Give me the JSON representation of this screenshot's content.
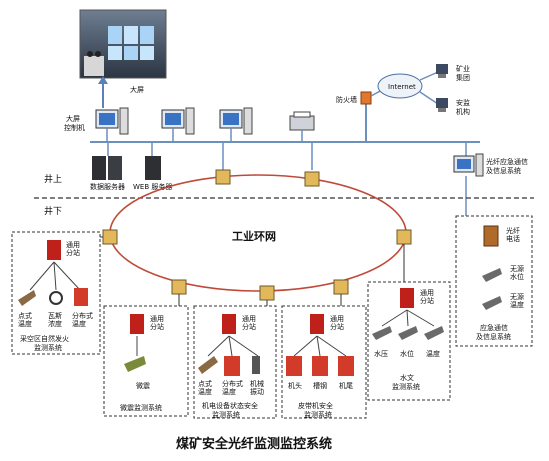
{
  "caption": "煤矿安全光纤监测监控系统",
  "zones": {
    "above": "井上",
    "below": "井下"
  },
  "ring_label": "工业环网",
  "surface": {
    "big_screen": "大屏",
    "big_screen_pc": "大屏\n控制机",
    "data_server": "数据服务器",
    "web_server": "WEB 服务器",
    "firewall": "防火墙",
    "internet": "Internet",
    "mine_group": "矿业\n集团",
    "safety_agency": "安监\n机构",
    "emergency_system": "光纤应急通信\n及信息系统"
  },
  "substation_label": "通用\n分站",
  "subsystems": {
    "goaf": {
      "sensors": [
        "点式\n温度",
        "瓦斯\n浓度",
        "分布式\n温度"
      ],
      "title": "采空区自然发火\n监测系统"
    },
    "microseismic": {
      "sensors": [
        "微震"
      ],
      "title": "微震监测系统"
    },
    "electromech": {
      "sensors": [
        "点式\n温度",
        "分布式\n温度",
        "机械\n振动"
      ],
      "title": "机电设备状态安全\n监测系统"
    },
    "belt": {
      "sensors": [
        "机头",
        "槽钢",
        "机尾"
      ],
      "title": "皮带机安全\n监测系统"
    },
    "hydro": {
      "sensors": [
        "水压",
        "水位",
        "温度"
      ],
      "title": "水文\n监测系统"
    },
    "emergency": {
      "items": [
        "光纤\n电话",
        "无源\n水位",
        "无源\n温度"
      ],
      "title": "应急通信\n及信息系统"
    }
  },
  "colors": {
    "substation": "#c0201a",
    "sensor_red": "#d23a2a",
    "ring": "#c04a3a",
    "node": "#e3b85a",
    "network_line": "#6b8fbf"
  }
}
